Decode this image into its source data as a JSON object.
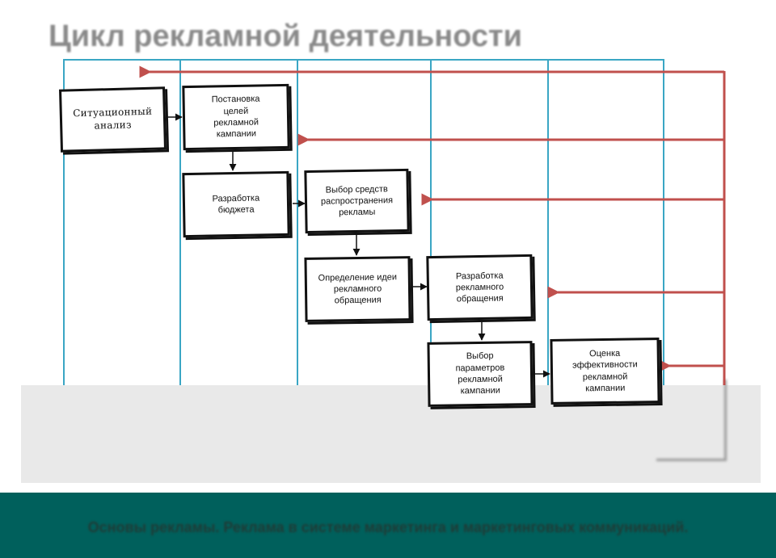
{
  "title": "Цикл рекламной деятельности",
  "footer": "Основы рекламы. Реклама в системе маркетинга и маркетинговых коммуникаций.",
  "colors": {
    "swimlane_line": "#3aa6c4",
    "feedback_arrow": "#c0504d",
    "footer_bg": "#00605c",
    "box_border": "#111111"
  },
  "steps": {
    "situational_analysis": "Ситуационный\nанализ",
    "campaign_goals": "Постановка\nцелей\nрекламной\nкампании",
    "budget": "Разработка\nбюджета",
    "media_selection": "Выбор средств\nраспространения\nрекламы",
    "idea": "Определение идеи\nрекламного\nобращения",
    "message": "Разработка\nрекламного\nобращения",
    "parameters": "Выбор\nпараметров\nрекламной\nкампании",
    "evaluation": "Оценка\nэффективности\nрекламной\nкампании"
  }
}
